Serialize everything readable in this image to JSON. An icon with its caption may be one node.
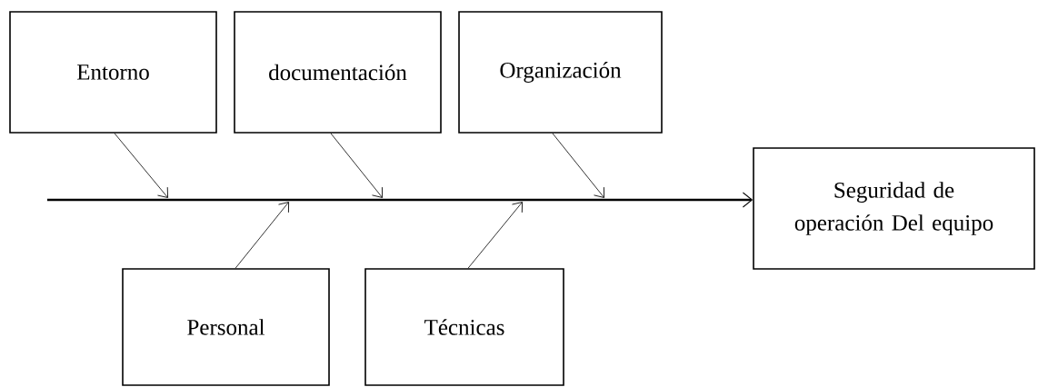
{
  "diagram": {
    "nodes": [
      {
        "text": [
          "Entorno"
        ]
      },
      {
        "text": [
          "documentación"
        ]
      },
      {
        "text": [
          "Organización"
        ]
      },
      {
        "text": [
          "Personal"
        ]
      },
      {
        "text": [
          "Técnicas"
        ]
      },
      {
        "text": [
          "Seguridad de operación Del equipo"
        ]
      }
    ],
    "edges": [
      {
        "from": 0,
        "to": null,
        "arrow": "to"
      },
      {
        "from": 1,
        "to": null,
        "arrow": "to"
      },
      {
        "from": 2,
        "to": null,
        "arrow": "to"
      },
      {
        "from": 3,
        "to": null,
        "arrow": "to"
      },
      {
        "from": 4,
        "to": null,
        "arrow": "to"
      },
      {
        "from": null,
        "to": 5,
        "arrow": "to",
        "style": "thick"
      }
    ]
  }
}
